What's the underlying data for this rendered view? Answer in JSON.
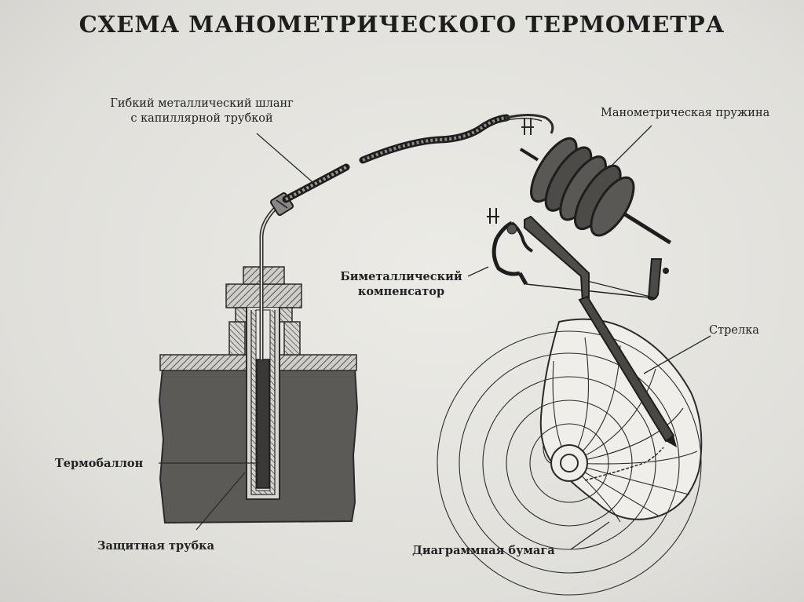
{
  "title": "СХЕМА МАНОМЕТРИЧЕСКОГО ТЕРМОМЕТРА",
  "labels": {
    "hose_line1": "Гибкий металлический шланг",
    "hose_line2": "с капиллярной трубкой",
    "spring": "Манометрическая пружина",
    "comp_line1": "Биметаллический",
    "comp_line2": "компенсатор",
    "pointer": "Стрелка",
    "bulb": "Термобаллон",
    "tube": "Защитная трубка",
    "paper": "Диаграммная бумага"
  },
  "colors": {
    "ink": "#1e1e1e",
    "body_fill": "#5c5a57",
    "background": "#e3e2dd"
  }
}
